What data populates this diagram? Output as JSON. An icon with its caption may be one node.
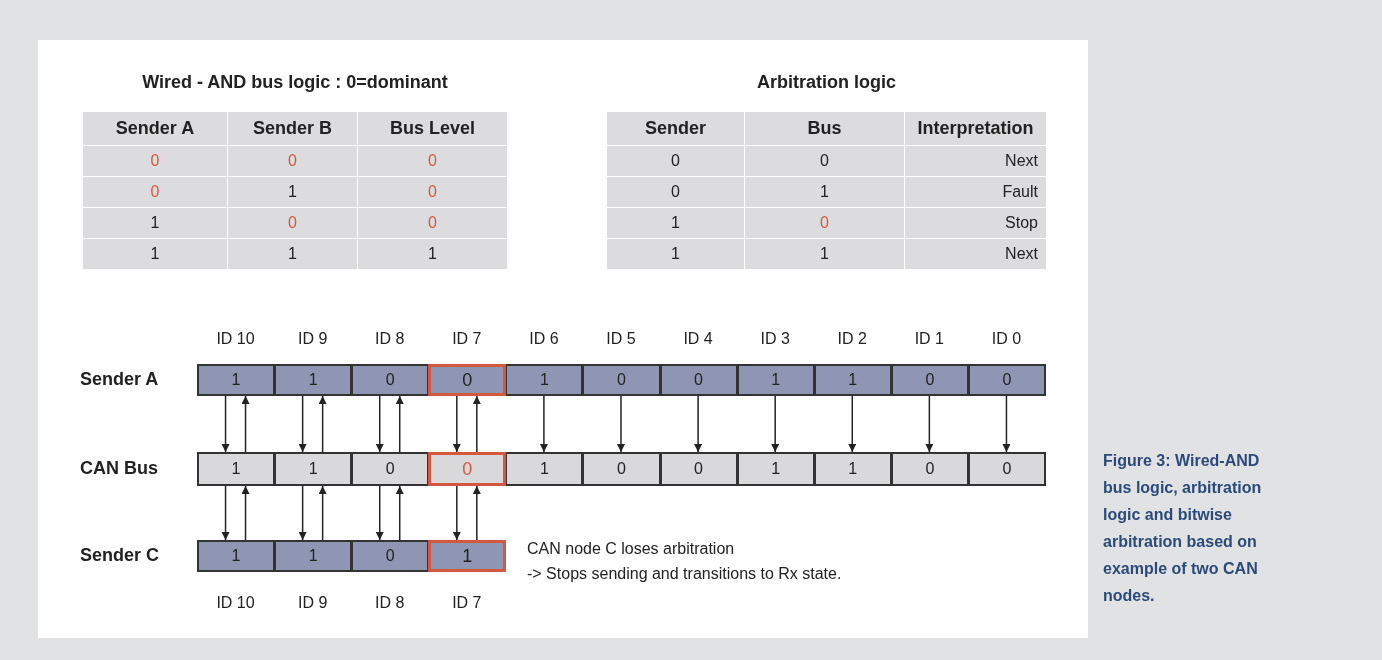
{
  "diagram": {
    "caption": "Figure 3: Wired-AND bus logic, arbitration logic and bitwise arbitration based on example of two CAN nodes.",
    "nodes": [
      {
        "text": [
          "1"
        ]
      },
      {
        "text": [
          "1"
        ]
      },
      {
        "text": [
          "0"
        ]
      },
      {
        "text": [
          "0"
        ]
      },
      {
        "text": [
          "1"
        ]
      },
      {
        "text": [
          "0"
        ]
      },
      {
        "text": [
          "0"
        ]
      },
      {
        "text": [
          "1"
        ]
      },
      {
        "text": [
          "1"
        ]
      },
      {
        "text": [
          "0"
        ]
      },
      {
        "text": [
          "0"
        ]
      },
      {
        "text": [
          "1"
        ]
      },
      {
        "text": [
          "1"
        ]
      },
      {
        "text": [
          "0"
        ]
      },
      {
        "text": [
          "0"
        ]
      },
      {
        "text": [
          "1"
        ]
      },
      {
        "text": [
          "0"
        ]
      },
      {
        "text": [
          "0"
        ]
      },
      {
        "text": [
          "1"
        ]
      },
      {
        "text": [
          "1"
        ]
      },
      {
        "text": [
          "0"
        ]
      },
      {
        "text": [
          "0"
        ]
      },
      {
        "text": [
          "1"
        ]
      },
      {
        "text": [
          "1"
        ]
      },
      {
        "text": [
          "0"
        ]
      },
      {
        "text": [
          "1"
        ]
      }
    ],
    "edges": [
      {
        "from": 0,
        "to": 11,
        "arrow": "to"
      },
      {
        "from": 11,
        "to": 0,
        "arrow": "to"
      },
      {
        "from": 1,
        "to": 12,
        "arrow": "to"
      },
      {
        "from": 12,
        "to": 1,
        "arrow": "to"
      },
      {
        "from": 2,
        "to": 13,
        "arrow": "to"
      },
      {
        "from": 13,
        "to": 2,
        "arrow": "to"
      },
      {
        "from": 3,
        "to": 14,
        "arrow": "to"
      },
      {
        "from": 14,
        "to": 3,
        "arrow": "to"
      },
      {
        "from": 4,
        "to": 15,
        "arrow": "to"
      },
      {
        "from": 5,
        "to": 16,
        "arrow": "to"
      },
      {
        "from": 6,
        "to": 17,
        "arrow": "to"
      },
      {
        "from": 7,
        "to": 18,
        "arrow": "to"
      },
      {
        "from": 8,
        "to": 19,
        "arrow": "to"
      },
      {
        "from": 9,
        "to": 20,
        "arrow": "to"
      },
      {
        "from": 10,
        "to": 21,
        "arrow": "to"
      },
      {
        "from": 11,
        "to": 22,
        "arrow": "to"
      },
      {
        "from": 22,
        "to": 11,
        "arrow": "to"
      },
      {
        "from": 12,
        "to": 23,
        "arrow": "to"
      },
      {
        "from": 23,
        "to": 12,
        "arrow": "to"
      },
      {
        "from": 13,
        "to": 24,
        "arrow": "to"
      },
      {
        "from": 24,
        "to": 13,
        "arrow": "to"
      },
      {
        "from": 14,
        "to": 25,
        "arrow": "to"
      },
      {
        "from": 25,
        "to": 14,
        "arrow": "to"
      }
    ],
    "labels": [
      "Wired - AND bus logic : 0=dominant",
      "Sender A",
      "Sender B",
      "Bus Level",
      "0",
      "0",
      "0",
      "0",
      "1",
      "0",
      "1",
      "0",
      "0",
      "1",
      "1",
      "1",
      "Arbitration logic",
      "Sender",
      "Bus",
      "Interpretation",
      "0",
      "0",
      "Next",
      "0",
      "1",
      "Fault",
      "1",
      "0",
      "Stop",
      "1",
      "1",
      "Next",
      "ID 10",
      "ID 9",
      "ID 8",
      "ID 7",
      "ID 6",
      "ID 5",
      "ID 4",
      "ID 3",
      "ID 2",
      "ID 1",
      "ID 0",
      "Sender A",
      "CAN Bus",
      "Sender C",
      "ID 10",
      "ID 9",
      "ID 8",
      "ID 7",
      "CAN node C loses arbitration",
      "-> Stops sending and transitions to Rx state."
    ]
  }
}
